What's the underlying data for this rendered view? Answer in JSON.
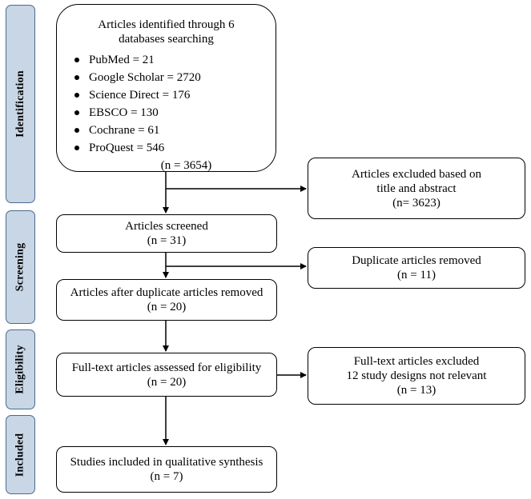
{
  "phases": {
    "identification": "Identification",
    "screening": "Screening",
    "eligibility": "Eligibility",
    "included": "Included"
  },
  "identified": {
    "title_line1": "Articles identified through 6",
    "title_line2": "databases searching",
    "databases": [
      "PubMed = 21",
      "Google Scholar = 2720",
      "Science Direct = 176",
      "EBSCO = 130",
      "Cochrane = 61",
      "ProQuest = 546"
    ],
    "total": "(n = 3654)"
  },
  "excluded_title": {
    "line1": "Articles excluded based on",
    "line2": "title and abstract",
    "count": "(n= 3623)"
  },
  "screened": {
    "line1": "Articles screened",
    "count": "(n = 31)"
  },
  "duplicates": {
    "line1": "Duplicate articles removed",
    "count": "(n = 11)"
  },
  "after_duplicates": {
    "line1": "Articles after duplicate articles removed",
    "count": "(n = 20)"
  },
  "fulltext_assessed": {
    "line1": "Full-text articles assessed for eligibility",
    "count": "(n = 20)"
  },
  "fulltext_excluded": {
    "line1": "Full-text articles excluded",
    "line2": "12 study designs not relevant",
    "count": "(n = 13)"
  },
  "included": {
    "line1": "Studies included in qualitative synthesis",
    "count": "(n = 7)"
  },
  "colors": {
    "phase_fill": "#c9d6e6",
    "phase_border": "#4a6a90",
    "line": "#000000"
  }
}
